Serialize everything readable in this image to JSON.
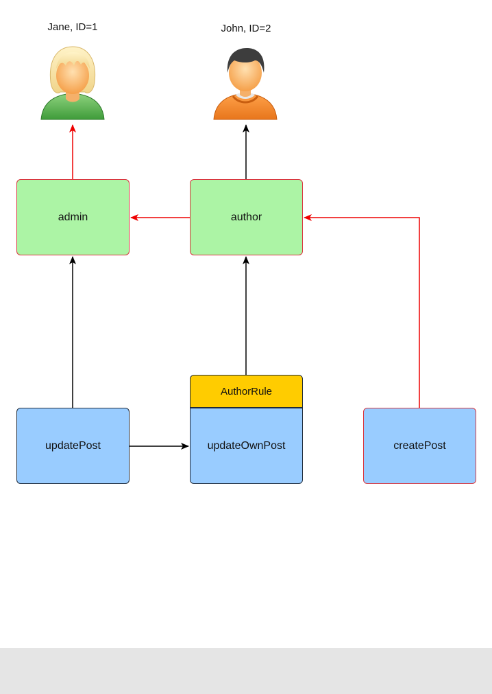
{
  "users": {
    "jane": {
      "label": "Jane, ID=1"
    },
    "john": {
      "label": "John, ID=2"
    }
  },
  "nodes": {
    "admin": "admin",
    "author": "author",
    "author_rule": "AuthorRule",
    "update_post": "updatePost",
    "update_own_post": "updateOwnPost",
    "create_post": "createPost"
  },
  "colors": {
    "role_fill": "#acf4a5",
    "permission_fill": "#99ccff",
    "rule_fill": "#ffcc00",
    "edge_red": "#ee0000",
    "edge_black": "#000000"
  },
  "icons": {
    "jane": "female-user-icon",
    "john": "male-user-icon"
  }
}
